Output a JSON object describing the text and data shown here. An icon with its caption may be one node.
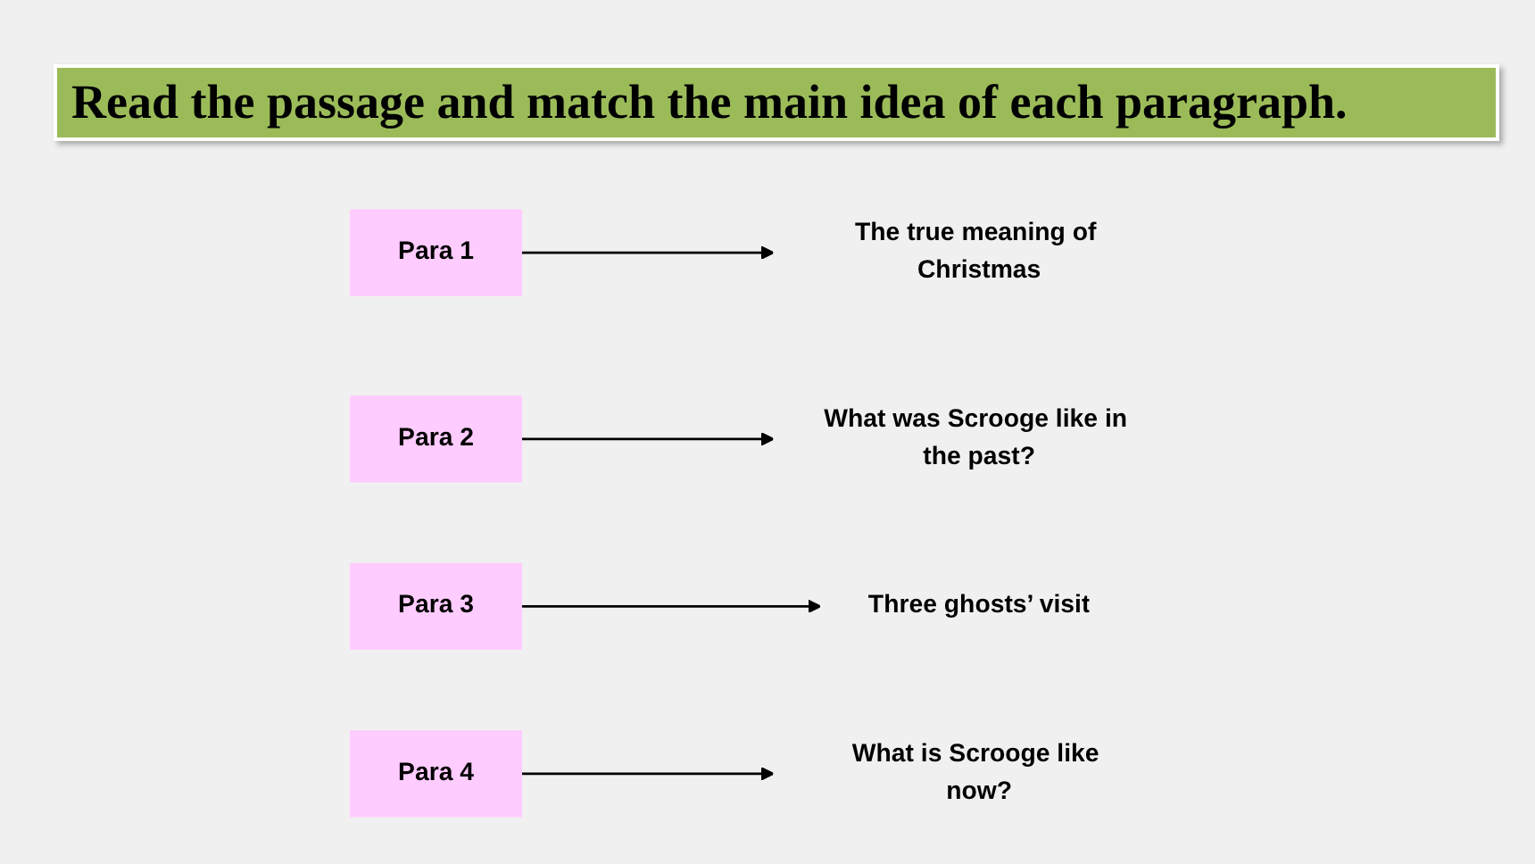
{
  "diagram": {
    "title": "Read the passage and match the main idea of each paragraph.",
    "nodes": [
      {
        "text": [
          "Para 1"
        ]
      },
      {
        "text": [
          "Para 2"
        ]
      },
      {
        "text": [
          "Para 3"
        ]
      },
      {
        "text": [
          "Para 4"
        ]
      },
      {
        "text": [
          "What was Scrooge like in the past?"
        ]
      },
      {
        "text": [
          "Three ghosts’ visit"
        ]
      },
      {
        "text": [
          "The true meaning of Christmas"
        ]
      },
      {
        "text": [
          "What is Scrooge like now?"
        ]
      }
    ],
    "edges": [
      {
        "from": 0,
        "to": 6,
        "arrow": "to"
      },
      {
        "from": 1,
        "to": 4,
        "arrow": "to"
      },
      {
        "from": 2,
        "to": 5,
        "arrow": "to"
      },
      {
        "from": 3,
        "to": 7,
        "arrow": "to"
      }
    ]
  }
}
